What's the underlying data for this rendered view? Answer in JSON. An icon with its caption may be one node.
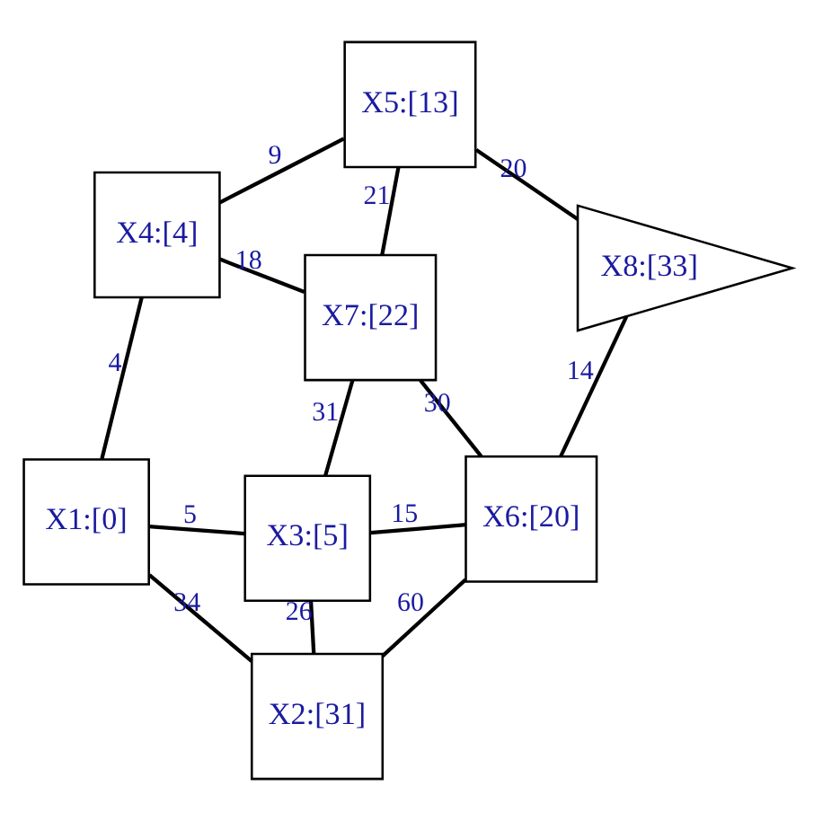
{
  "diagram": {
    "nodes": [
      {
        "text": [
          "X1:[0]"
        ]
      },
      {
        "text": [
          "X2:[31]"
        ]
      },
      {
        "text": [
          "X3:[5]"
        ]
      },
      {
        "text": [
          "X4:[4]"
        ]
      },
      {
        "text": [
          "X5:[13]"
        ]
      },
      {
        "text": [
          "X6:[20]"
        ]
      },
      {
        "text": [
          "X7:[22]"
        ]
      },
      {
        "text": [
          "X8:[33]"
        ]
      }
    ],
    "edges": [
      {
        "from": 0,
        "to": 3,
        "arrow": "none",
        "label": "4"
      },
      {
        "from": 0,
        "to": 1,
        "arrow": "none",
        "label": "34"
      },
      {
        "from": 0,
        "to": 2,
        "arrow": "none",
        "label": "5"
      },
      {
        "from": 3,
        "to": 6,
        "arrow": "none",
        "label": "18"
      },
      {
        "from": 3,
        "to": 4,
        "arrow": "none",
        "label": "9"
      },
      {
        "from": 1,
        "to": 2,
        "arrow": "none",
        "label": "26"
      },
      {
        "from": 1,
        "to": 5,
        "arrow": "none",
        "label": "60"
      },
      {
        "from": 2,
        "to": 5,
        "arrow": "none",
        "label": "15"
      },
      {
        "from": 2,
        "to": 6,
        "arrow": "none",
        "label": "31"
      },
      {
        "from": 4,
        "to": 6,
        "arrow": "none",
        "label": "21"
      },
      {
        "from": 4,
        "to": 7,
        "arrow": "none",
        "label": "20"
      },
      {
        "from": 6,
        "to": 5,
        "arrow": "none",
        "label": "30"
      },
      {
        "from": 5,
        "to": 7,
        "arrow": "none",
        "label": "14"
      }
    ]
  }
}
